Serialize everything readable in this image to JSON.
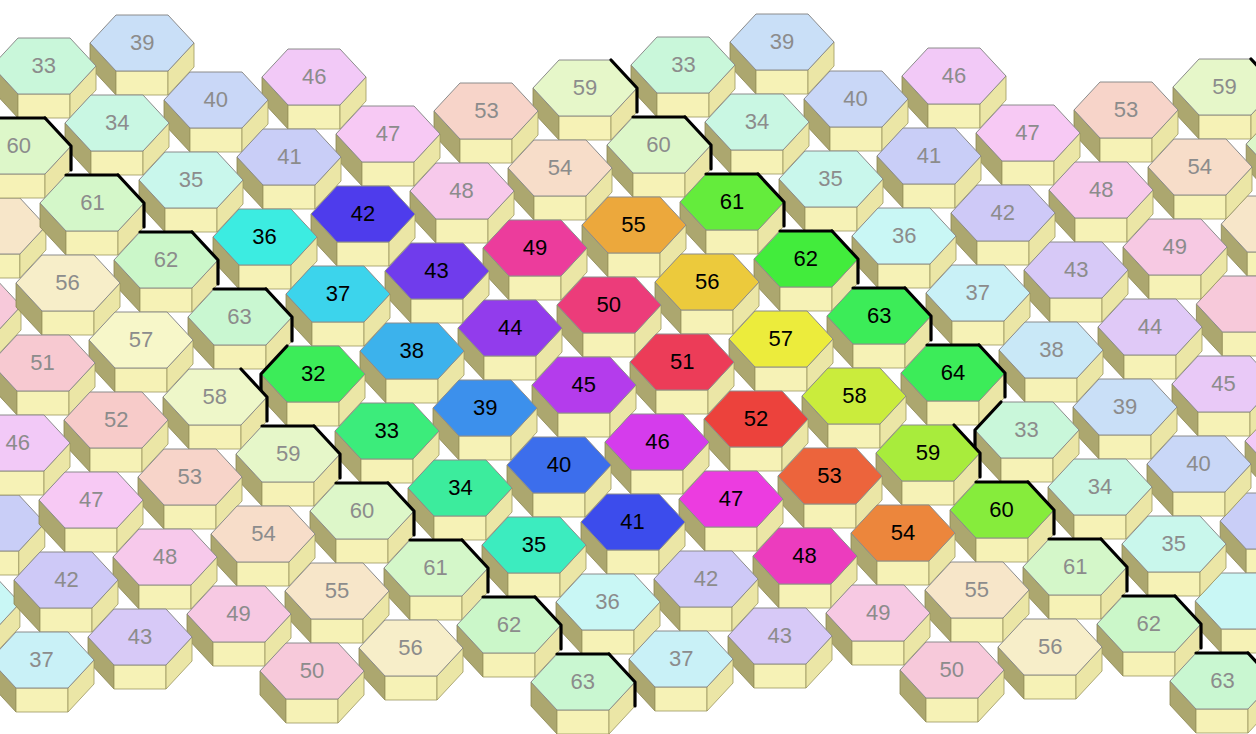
{
  "diagram": {
    "nodes": [
      {
        "text": [
          "33"
        ]
      },
      {
        "text": [
          "39"
        ]
      },
      {
        "text": [
          "60"
        ]
      },
      {
        "text": [
          "34"
        ]
      },
      {
        "text": [
          "40"
        ]
      },
      {
        "text": [
          "46"
        ]
      },
      {
        "text": [
          "61"
        ]
      },
      {
        "text": [
          "35"
        ]
      },
      {
        "text": [
          "41"
        ]
      },
      {
        "text": [
          "47"
        ]
      },
      {
        "text": [
          "53"
        ]
      },
      {
        "text": [
          "59"
        ]
      },
      {
        "text": [
          "33"
        ]
      },
      {
        "text": [
          "39"
        ]
      },
      {
        "text": [
          "56"
        ]
      },
      {
        "text": [
          "62"
        ]
      },
      {
        "text": [
          "36"
        ]
      },
      {
        "text": [
          "42"
        ]
      },
      {
        "text": [
          "48"
        ]
      },
      {
        "text": [
          "54"
        ]
      },
      {
        "text": [
          "60"
        ]
      },
      {
        "text": [
          "34"
        ]
      },
      {
        "text": [
          "40"
        ]
      },
      {
        "text": [
          "46"
        ]
      },
      {
        "text": [
          "51"
        ]
      },
      {
        "text": [
          "57"
        ]
      },
      {
        "text": [
          "63"
        ]
      },
      {
        "text": [
          "37"
        ]
      },
      {
        "text": [
          "43"
        ]
      },
      {
        "text": [
          "49"
        ]
      },
      {
        "text": [
          "55"
        ]
      },
      {
        "text": [
          "61"
        ]
      },
      {
        "text": [
          "35"
        ]
      },
      {
        "text": [
          "41"
        ]
      },
      {
        "text": [
          "47"
        ]
      },
      {
        "text": [
          "53"
        ]
      },
      {
        "text": [
          "59"
        ]
      },
      {
        "text": [
          "46"
        ]
      },
      {
        "text": [
          "52"
        ]
      },
      {
        "text": [
          "58"
        ]
      },
      {
        "text": [
          "32"
        ]
      },
      {
        "text": [
          "38"
        ]
      },
      {
        "text": [
          "44"
        ]
      },
      {
        "text": [
          "50"
        ]
      },
      {
        "text": [
          "56"
        ]
      },
      {
        "text": [
          "62"
        ]
      },
      {
        "text": [
          "36"
        ]
      },
      {
        "text": [
          "42"
        ]
      },
      {
        "text": [
          "48"
        ]
      },
      {
        "text": [
          "54"
        ]
      },
      {
        "text": [
          "47"
        ]
      },
      {
        "text": [
          "53"
        ]
      },
      {
        "text": [
          "59"
        ]
      },
      {
        "text": [
          "33"
        ]
      },
      {
        "text": [
          "39"
        ]
      },
      {
        "text": [
          "45"
        ]
      },
      {
        "text": [
          "51"
        ]
      },
      {
        "text": [
          "57"
        ]
      },
      {
        "text": [
          "63"
        ]
      },
      {
        "text": [
          "37"
        ]
      },
      {
        "text": [
          "43"
        ]
      },
      {
        "text": [
          "49"
        ]
      },
      {
        "text": [
          "42"
        ]
      },
      {
        "text": [
          "48"
        ]
      },
      {
        "text": [
          "54"
        ]
      },
      {
        "text": [
          "60"
        ]
      },
      {
        "text": [
          "34"
        ]
      },
      {
        "text": [
          "40"
        ]
      },
      {
        "text": [
          "46"
        ]
      },
      {
        "text": [
          "52"
        ]
      },
      {
        "text": [
          "58"
        ]
      },
      {
        "text": [
          "64"
        ]
      },
      {
        "text": [
          "38"
        ]
      },
      {
        "text": [
          "44"
        ]
      },
      {
        "text": [
          "37"
        ]
      },
      {
        "text": [
          "43"
        ]
      },
      {
        "text": [
          "49"
        ]
      },
      {
        "text": [
          "55"
        ]
      },
      {
        "text": [
          "61"
        ]
      },
      {
        "text": [
          "35"
        ]
      },
      {
        "text": [
          "41"
        ]
      },
      {
        "text": [
          "47"
        ]
      },
      {
        "text": [
          "53"
        ]
      },
      {
        "text": [
          "59"
        ]
      },
      {
        "text": [
          "33"
        ]
      },
      {
        "text": [
          "39"
        ]
      },
      {
        "text": [
          "45"
        ]
      },
      {
        "text": [
          "50"
        ]
      },
      {
        "text": [
          "56"
        ]
      },
      {
        "text": [
          "62"
        ]
      },
      {
        "text": [
          "36"
        ]
      },
      {
        "text": [
          "42"
        ]
      },
      {
        "text": [
          "48"
        ]
      },
      {
        "text": [
          "54"
        ]
      },
      {
        "text": [
          "60"
        ]
      },
      {
        "text": [
          "34"
        ]
      },
      {
        "text": [
          "40"
        ]
      },
      {
        "text": [
          "63"
        ]
      },
      {
        "text": [
          "37"
        ]
      },
      {
        "text": [
          "43"
        ]
      },
      {
        "text": [
          "49"
        ]
      },
      {
        "text": [
          "55"
        ]
      },
      {
        "text": [
          "61"
        ]
      },
      {
        "text": [
          "35"
        ]
      },
      {
        "text": [
          "50"
        ]
      },
      {
        "text": [
          "56"
        ]
      },
      {
        "text": [
          "62"
        ]
      },
      {
        "text": [
          "63"
        ]
      }
    ]
  }
}
